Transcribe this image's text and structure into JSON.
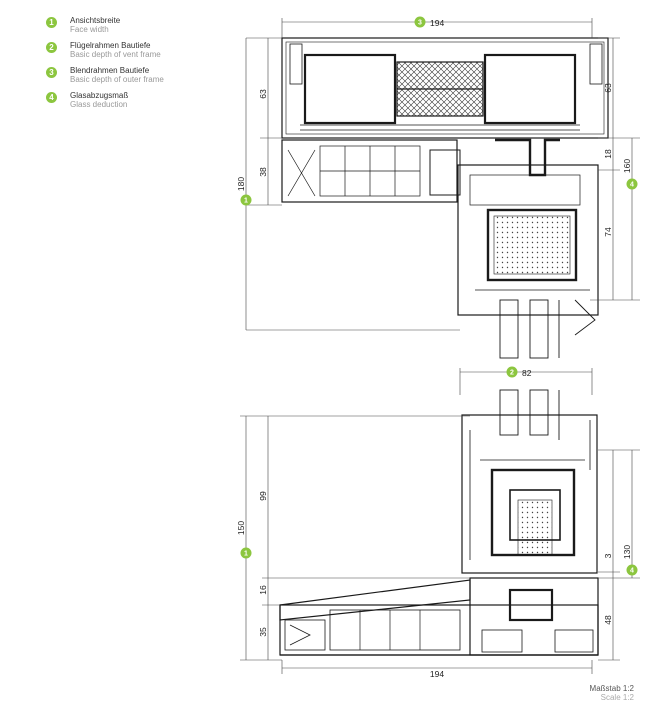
{
  "legend": [
    {
      "number": "1",
      "de": "Ansichtsbreite",
      "en": "Face width"
    },
    {
      "number": "2",
      "de": "Flügelrahmen Bautiefe",
      "en": "Basic depth of vent frame"
    },
    {
      "number": "3",
      "de": "Blendrahmen Bautiefe",
      "en": "Basic depth of outer frame"
    },
    {
      "number": "4",
      "de": "Glasabzugsmaß",
      "en": "Glass deduction"
    }
  ],
  "scale": {
    "de": "Maßstab 1:2",
    "en": "Scale 1:2"
  },
  "colors": {
    "accent": "#8cc63f",
    "line": "#1a1a1a",
    "dim": "#444444"
  },
  "top_section": {
    "dims": {
      "top_width": "194",
      "a": "63",
      "b": "38",
      "c": "180",
      "d": "63",
      "e": "18",
      "f": "74",
      "g": "160"
    }
  },
  "bottom_section": {
    "dims": {
      "top_width": "82",
      "a": "99",
      "b": "150",
      "c": "16",
      "d": "35",
      "e": "3",
      "f": "130",
      "g": "48",
      "bottom_width": "194"
    }
  }
}
